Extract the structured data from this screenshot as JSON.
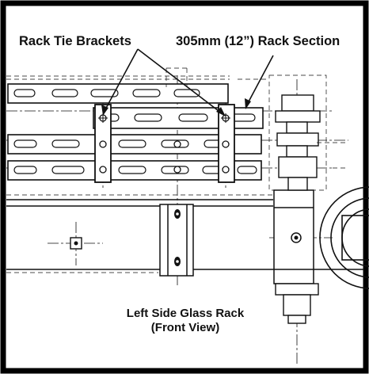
{
  "labels": {
    "rack_tie_brackets": "Rack Tie Brackets",
    "rack_section": "305mm (12”) Rack Section",
    "caption_line1": "Left Side Glass Rack",
    "caption_line2": "(Front View)"
  },
  "colors": {
    "ink": "#111111",
    "background": "#ffffff",
    "border": "#000000"
  }
}
